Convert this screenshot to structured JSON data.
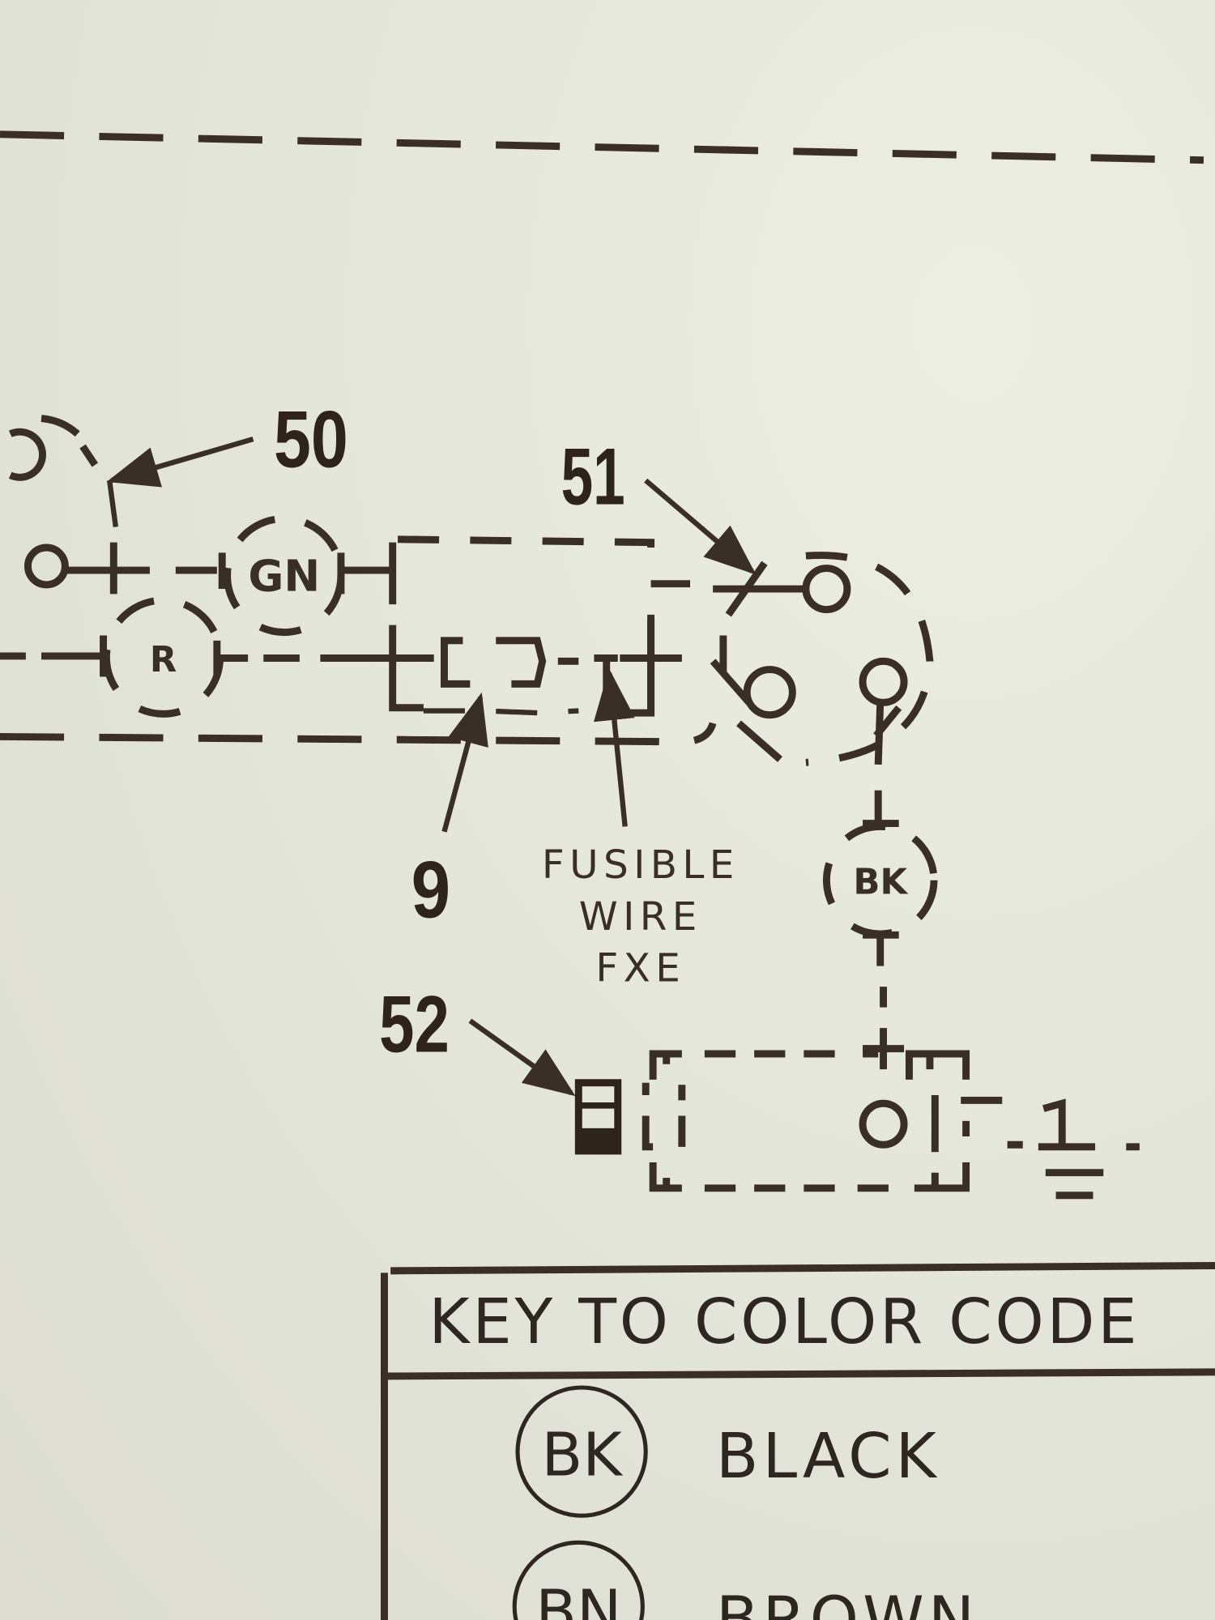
{
  "callouts": {
    "c50": "50",
    "c51": "51",
    "c9": "9",
    "c52": "52"
  },
  "wire_codes": {
    "gn": "GN",
    "r": "R",
    "bk": "BK"
  },
  "fusible_label": {
    "line1": "FUSIBLE",
    "line2": "WIRE",
    "line3": "FXE"
  },
  "key": {
    "title": "KEY TO COLOR CODE",
    "items": [
      {
        "code": "BK",
        "name": "BLACK"
      },
      {
        "code": "BN",
        "name": "BROWN"
      }
    ]
  },
  "colors": {
    "ink": "#3a2f27",
    "paper": "#e4e5da"
  }
}
